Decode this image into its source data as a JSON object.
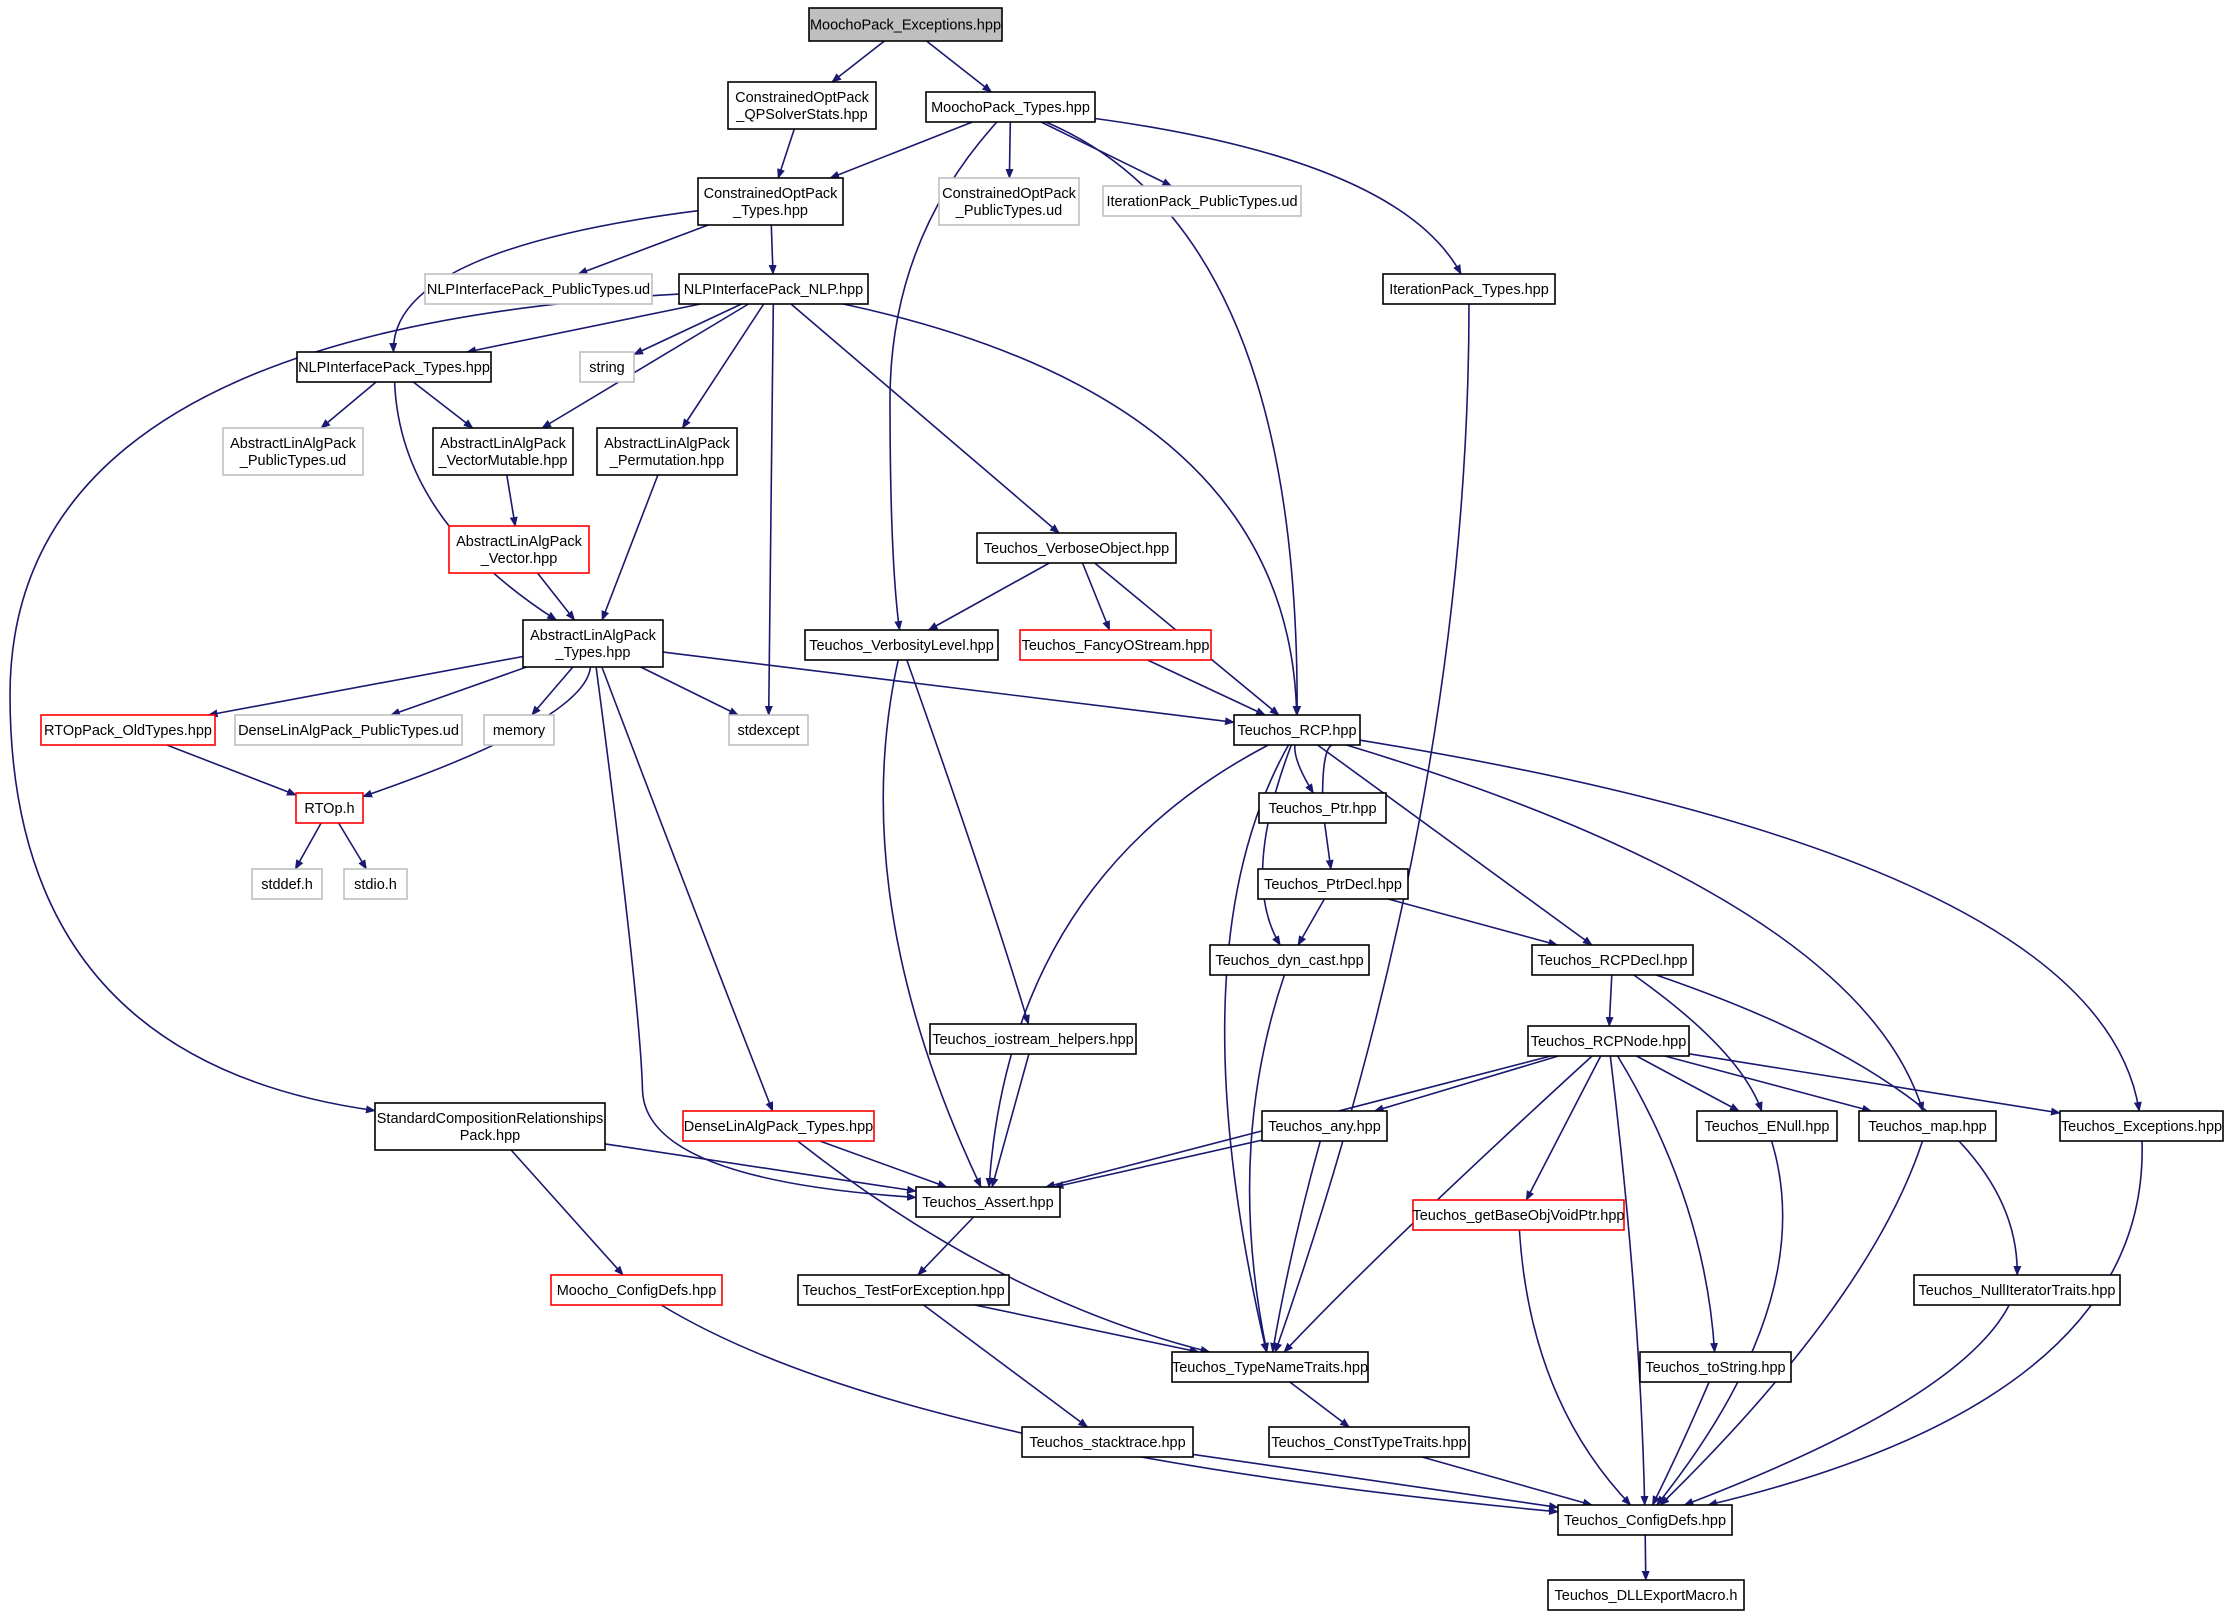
{
  "colors": {
    "edge": "#191970",
    "border_normal": "#000000",
    "border_missing": "#bfbfbf",
    "border_truncated": "#ff0000",
    "root_fill": "#bfbfbf",
    "node_fill": "#ffffff"
  },
  "nodes": [
    {
      "id": "exceptions",
      "lines": [
        "MoochoPack_Exceptions.hpp"
      ],
      "style": "root"
    },
    {
      "id": "qpsolverstats",
      "lines": [
        "ConstrainedOptPack",
        "_QPSolverStats.hpp"
      ],
      "style": "normal"
    },
    {
      "id": "moocho_types",
      "lines": [
        "MoochoPack_Types.hpp"
      ],
      "style": "normal"
    },
    {
      "id": "cop_types",
      "lines": [
        "ConstrainedOptPack",
        "_Types.hpp"
      ],
      "style": "normal"
    },
    {
      "id": "cop_public",
      "lines": [
        "ConstrainedOptPack",
        "_PublicTypes.ud"
      ],
      "style": "missing"
    },
    {
      "id": "iter_public",
      "lines": [
        "IterationPack_PublicTypes.ud"
      ],
      "style": "missing"
    },
    {
      "id": "nlp_public",
      "lines": [
        "NLPInterfacePack_PublicTypes.ud"
      ],
      "style": "missing"
    },
    {
      "id": "nlp_nlp",
      "lines": [
        "NLPInterfacePack_NLP.hpp"
      ],
      "style": "normal"
    },
    {
      "id": "iter_types",
      "lines": [
        "IterationPack_Types.hpp"
      ],
      "style": "normal"
    },
    {
      "id": "nlp_types",
      "lines": [
        "NLPInterfacePack_Types.hpp"
      ],
      "style": "normal"
    },
    {
      "id": "string",
      "lines": [
        "string"
      ],
      "style": "missing"
    },
    {
      "id": "ala_public",
      "lines": [
        "AbstractLinAlgPack",
        "_PublicTypes.ud"
      ],
      "style": "missing"
    },
    {
      "id": "vecmut",
      "lines": [
        "AbstractLinAlgPack",
        "_VectorMutable.hpp"
      ],
      "style": "normal"
    },
    {
      "id": "perm",
      "lines": [
        "AbstractLinAlgPack",
        "_Permutation.hpp"
      ],
      "style": "normal"
    },
    {
      "id": "vector",
      "lines": [
        "AbstractLinAlgPack",
        "_Vector.hpp"
      ],
      "style": "truncated"
    },
    {
      "id": "verboseobj",
      "lines": [
        "Teuchos_VerboseObject.hpp"
      ],
      "style": "normal"
    },
    {
      "id": "ala_types",
      "lines": [
        "AbstractLinAlgPack",
        "_Types.hpp"
      ],
      "style": "normal"
    },
    {
      "id": "verblevel",
      "lines": [
        "Teuchos_VerbosityLevel.hpp"
      ],
      "style": "normal"
    },
    {
      "id": "fancyos",
      "lines": [
        "Teuchos_FancyOStream.hpp"
      ],
      "style": "truncated"
    },
    {
      "id": "rtop_old",
      "lines": [
        "RTOpPack_OldTypes.hpp"
      ],
      "style": "truncated"
    },
    {
      "id": "dla_public",
      "lines": [
        "DenseLinAlgPack_PublicTypes.ud"
      ],
      "style": "missing"
    },
    {
      "id": "memory",
      "lines": [
        "memory"
      ],
      "style": "missing"
    },
    {
      "id": "stdexcept",
      "lines": [
        "stdexcept"
      ],
      "style": "missing"
    },
    {
      "id": "rcp",
      "lines": [
        "Teuchos_RCP.hpp"
      ],
      "style": "normal"
    },
    {
      "id": "rtop",
      "lines": [
        "RTOp.h"
      ],
      "style": "truncated"
    },
    {
      "id": "ptr",
      "lines": [
        "Teuchos_Ptr.hpp"
      ],
      "style": "normal"
    },
    {
      "id": "stddef",
      "lines": [
        "stddef.h"
      ],
      "style": "missing"
    },
    {
      "id": "stdio",
      "lines": [
        "stdio.h"
      ],
      "style": "missing"
    },
    {
      "id": "ptrdecl",
      "lines": [
        "Teuchos_PtrDecl.hpp"
      ],
      "style": "normal"
    },
    {
      "id": "dyncast",
      "lines": [
        "Teuchos_dyn_cast.hpp"
      ],
      "style": "normal"
    },
    {
      "id": "rcpdecl",
      "lines": [
        "Teuchos_RCPDecl.hpp"
      ],
      "style": "normal"
    },
    {
      "id": "rcpnode",
      "lines": [
        "Teuchos_RCPNode.hpp"
      ],
      "style": "normal"
    },
    {
      "id": "iohelpers",
      "lines": [
        "Teuchos_iostream_helpers.hpp"
      ],
      "style": "normal"
    },
    {
      "id": "scr",
      "lines": [
        "StandardCompositionRelationships",
        "Pack.hpp"
      ],
      "style": "normal"
    },
    {
      "id": "dla_types",
      "lines": [
        "DenseLinAlgPack_Types.hpp"
      ],
      "style": "truncated"
    },
    {
      "id": "any",
      "lines": [
        "Teuchos_any.hpp"
      ],
      "style": "normal"
    },
    {
      "id": "enull",
      "lines": [
        "Teuchos_ENull.hpp"
      ],
      "style": "normal"
    },
    {
      "id": "map",
      "lines": [
        "Teuchos_map.hpp"
      ],
      "style": "normal"
    },
    {
      "id": "texc",
      "lines": [
        "Teuchos_Exceptions.hpp"
      ],
      "style": "normal"
    },
    {
      "id": "assert",
      "lines": [
        "Teuchos_Assert.hpp"
      ],
      "style": "normal"
    },
    {
      "id": "getbase",
      "lines": [
        "Teuchos_getBaseObjVoidPtr.hpp"
      ],
      "style": "truncated"
    },
    {
      "id": "moocho_cfg",
      "lines": [
        "Moocho_ConfigDefs.hpp"
      ],
      "style": "truncated"
    },
    {
      "id": "testforexc",
      "lines": [
        "Teuchos_TestForException.hpp"
      ],
      "style": "normal"
    },
    {
      "id": "nulliter",
      "lines": [
        "Teuchos_NullIteratorTraits.hpp"
      ],
      "style": "normal"
    },
    {
      "id": "typename",
      "lines": [
        "Teuchos_TypeNameTraits.hpp"
      ],
      "style": "normal"
    },
    {
      "id": "tostring",
      "lines": [
        "Teuchos_toString.hpp"
      ],
      "style": "normal"
    },
    {
      "id": "stacktrace",
      "lines": [
        "Teuchos_stacktrace.hpp"
      ],
      "style": "normal"
    },
    {
      "id": "consttype",
      "lines": [
        "Teuchos_ConstTypeTraits.hpp"
      ],
      "style": "normal"
    },
    {
      "id": "cfgdefs",
      "lines": [
        "Teuchos_ConfigDefs.hpp"
      ],
      "style": "normal"
    },
    {
      "id": "dllexport",
      "lines": [
        "Teuchos_DLLExportMacro.h"
      ],
      "style": "normal"
    }
  ],
  "edges": [
    {
      "from": "exceptions",
      "to": "qpsolverstats"
    },
    {
      "from": "exceptions",
      "to": "moocho_types"
    },
    {
      "from": "qpsolverstats",
      "to": "cop_types"
    },
    {
      "from": "moocho_types",
      "to": "cop_types"
    },
    {
      "from": "moocho_types",
      "to": "cop_public"
    },
    {
      "from": "moocho_types",
      "to": "iter_public"
    },
    {
      "from": "moocho_types",
      "to": "iter_types"
    },
    {
      "from": "moocho_types",
      "to": "verblevel"
    },
    {
      "from": "moocho_types",
      "to": "rcp"
    },
    {
      "from": "cop_types",
      "to": "nlp_public"
    },
    {
      "from": "cop_types",
      "to": "nlp_nlp"
    },
    {
      "from": "cop_types",
      "to": "nlp_types"
    },
    {
      "from": "iter_types",
      "to": "typename"
    },
    {
      "from": "nlp_nlp",
      "to": "nlp_types"
    },
    {
      "from": "nlp_nlp",
      "to": "string"
    },
    {
      "from": "nlp_nlp",
      "to": "vecmut"
    },
    {
      "from": "nlp_nlp",
      "to": "perm"
    },
    {
      "from": "nlp_nlp",
      "to": "stdexcept"
    },
    {
      "from": "nlp_nlp",
      "to": "verboseobj"
    },
    {
      "from": "nlp_nlp",
      "to": "rcp"
    },
    {
      "from": "nlp_nlp",
      "to": "scr"
    },
    {
      "from": "nlp_types",
      "to": "ala_public"
    },
    {
      "from": "nlp_types",
      "to": "vecmut"
    },
    {
      "from": "nlp_types",
      "to": "ala_types"
    },
    {
      "from": "vecmut",
      "to": "vector"
    },
    {
      "from": "vector",
      "to": "ala_types"
    },
    {
      "from": "perm",
      "to": "ala_types"
    },
    {
      "from": "verboseobj",
      "to": "verblevel"
    },
    {
      "from": "verboseobj",
      "to": "fancyos"
    },
    {
      "from": "verboseobj",
      "to": "rcp"
    },
    {
      "from": "fancyos",
      "to": "rcp"
    },
    {
      "from": "verblevel",
      "to": "iohelpers"
    },
    {
      "from": "verblevel",
      "to": "assert"
    },
    {
      "from": "ala_types",
      "to": "rtop_old"
    },
    {
      "from": "ala_types",
      "to": "dla_public"
    },
    {
      "from": "ala_types",
      "to": "memory"
    },
    {
      "from": "ala_types",
      "to": "stdexcept"
    },
    {
      "from": "ala_types",
      "to": "rcp"
    },
    {
      "from": "ala_types",
      "to": "rtop"
    },
    {
      "from": "ala_types",
      "to": "dla_types"
    },
    {
      "from": "ala_types",
      "to": "assert"
    },
    {
      "from": "rtop_old",
      "to": "rtop"
    },
    {
      "from": "rtop",
      "to": "stddef"
    },
    {
      "from": "rtop",
      "to": "stdio"
    },
    {
      "from": "rcp",
      "to": "ptr"
    },
    {
      "from": "ptr",
      "to": "rcp"
    },
    {
      "from": "rcp",
      "to": "dyncast"
    },
    {
      "from": "rcp",
      "to": "rcpdecl"
    },
    {
      "from": "rcp",
      "to": "assert"
    },
    {
      "from": "rcp",
      "to": "typename"
    },
    {
      "from": "rcp",
      "to": "map"
    },
    {
      "from": "rcp",
      "to": "texc"
    },
    {
      "from": "ptr",
      "to": "ptrdecl"
    },
    {
      "from": "ptrdecl",
      "to": "dyncast"
    },
    {
      "from": "ptrdecl",
      "to": "rcpdecl"
    },
    {
      "from": "dyncast",
      "to": "typename"
    },
    {
      "from": "rcpdecl",
      "to": "rcpnode"
    },
    {
      "from": "rcpdecl",
      "to": "enull"
    },
    {
      "from": "rcpdecl",
      "to": "nulliter"
    },
    {
      "from": "rcpnode",
      "to": "any"
    },
    {
      "from": "rcpnode",
      "to": "assert"
    },
    {
      "from": "rcpnode",
      "to": "typename"
    },
    {
      "from": "rcpnode",
      "to": "getbase"
    },
    {
      "from": "rcpnode",
      "to": "cfgdefs"
    },
    {
      "from": "rcpnode",
      "to": "tostring"
    },
    {
      "from": "rcpnode",
      "to": "enull"
    },
    {
      "from": "rcpnode",
      "to": "map"
    },
    {
      "from": "rcpnode",
      "to": "texc"
    },
    {
      "from": "iohelpers",
      "to": "assert"
    },
    {
      "from": "scr",
      "to": "assert"
    },
    {
      "from": "scr",
      "to": "moocho_cfg"
    },
    {
      "from": "dla_types",
      "to": "assert"
    },
    {
      "from": "dla_types",
      "to": "typename"
    },
    {
      "from": "any",
      "to": "assert"
    },
    {
      "from": "any",
      "to": "typename"
    },
    {
      "from": "enull",
      "to": "cfgdefs"
    },
    {
      "from": "map",
      "to": "cfgdefs"
    },
    {
      "from": "texc",
      "to": "cfgdefs"
    },
    {
      "from": "assert",
      "to": "testforexc"
    },
    {
      "from": "getbase",
      "to": "cfgdefs"
    },
    {
      "from": "moocho_cfg",
      "to": "cfgdefs"
    },
    {
      "from": "testforexc",
      "to": "typename"
    },
    {
      "from": "testforexc",
      "to": "stacktrace"
    },
    {
      "from": "nulliter",
      "to": "cfgdefs"
    },
    {
      "from": "typename",
      "to": "consttype"
    },
    {
      "from": "tostring",
      "to": "cfgdefs"
    },
    {
      "from": "stacktrace",
      "to": "cfgdefs"
    },
    {
      "from": "consttype",
      "to": "cfgdefs"
    },
    {
      "from": "cfgdefs",
      "to": "dllexport"
    }
  ]
}
